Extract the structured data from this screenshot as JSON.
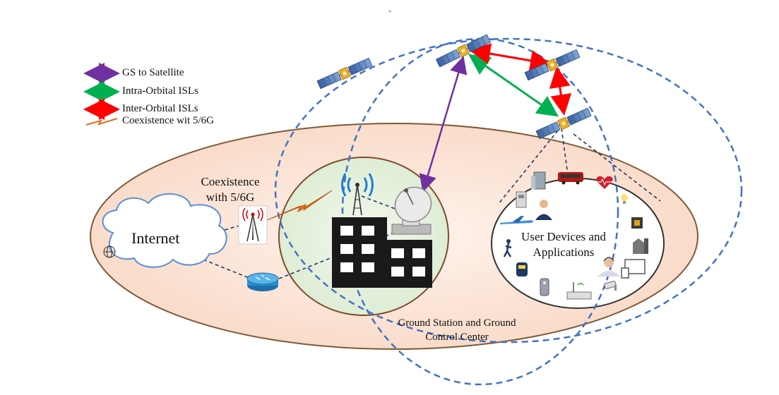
{
  "legend": {
    "items": [
      {
        "label": "GS to Satellite",
        "color": "#7030a0"
      },
      {
        "label": "Intra-Orbital ISLs",
        "color": "#00b050"
      },
      {
        "label": "Inter-Orbital ISLs",
        "color": "#ff0000"
      },
      {
        "label": "Coexistence wit 5/6G",
        "color": "#e07020"
      }
    ]
  },
  "labels": {
    "internet": "Internet",
    "coexistence_line1": "Coexistence",
    "coexistence_line2": "with 5/6G",
    "ground_station_line1": "Ground Station and Ground",
    "ground_station_line2": "Control Center",
    "user_devices_line1": "User Devices and",
    "user_devices_line2": "Applications",
    "top_mark": "-"
  },
  "colors": {
    "earth_fill": "#fce4d6",
    "earth_stroke": "#7f5a3a",
    "ground_fill": "#e2efda",
    "orbit": "#4472c4",
    "link_dash": "#1f3864",
    "gs_link": "#7030a0",
    "intra_isl": "#00b050",
    "inter_isl": "#ff0000",
    "coexistence": "#e07020"
  }
}
